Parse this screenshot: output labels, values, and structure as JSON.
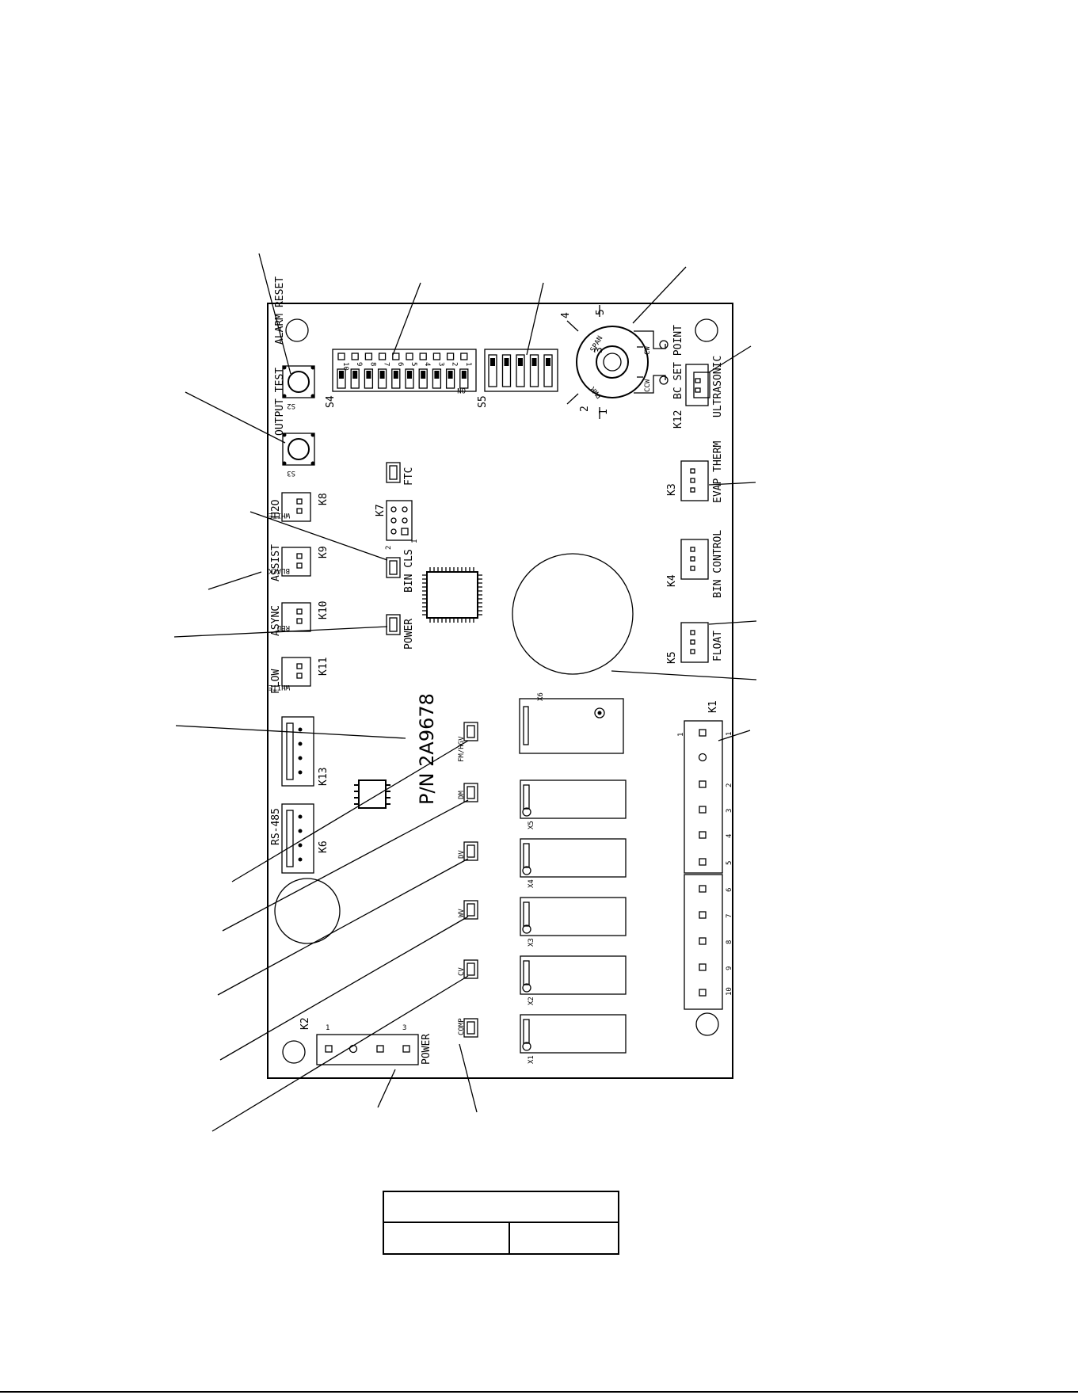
{
  "board": {
    "buttons": {
      "alarm_reset": "ALARM RESET",
      "s2": "S2",
      "output_test": "OUTPUT TEST",
      "s3": "S3"
    },
    "dip_switches": {
      "s4": "S4",
      "s5": "S5",
      "on": "ON",
      "s4_numbers": [
        "10",
        "9",
        "8",
        "7",
        "6",
        "5",
        "4",
        "3",
        "2",
        "1"
      ]
    },
    "potentiometer": {
      "cw": "CW",
      "ccw": "CCW",
      "span": "SPAN",
      "power": "PWR",
      "scale": [
        "1",
        "2",
        "3",
        "4",
        "5"
      ],
      "label": "BC SET POINT",
      "connector": "K12"
    },
    "ultrasonic": "ULTRASONIC",
    "left_connectors": [
      {
        "id": "K8",
        "name": "H2O",
        "wire": "WHITE"
      },
      {
        "id": "K9",
        "name": "ASSIST",
        "wire": "BLACK"
      },
      {
        "id": "K10",
        "name": "ASYNC",
        "wire": "RED"
      },
      {
        "id": "K11",
        "name": "FLOW",
        "wire": "WHITE"
      },
      {
        "id": "K13",
        "name": ""
      },
      {
        "id": "K6",
        "name": "RS-485"
      }
    ],
    "right_connectors": [
      {
        "id": "K3",
        "name": "EVAP THERM"
      },
      {
        "id": "K4",
        "name": "BIN CONTROL"
      },
      {
        "id": "K5",
        "name": "FLOAT"
      }
    ],
    "leds": {
      "ftc": "FTC",
      "bin_cls": "BIN CLS",
      "power": "POWER",
      "k7": "K7",
      "k7_pin2": "2",
      "k7_pin1": "1"
    },
    "output_leds": [
      "FM/HGV",
      "DM",
      "DV",
      "WV",
      "CV",
      "COMP"
    ],
    "part_number": "P/N 2A9678",
    "relays": [
      "X6",
      "X5",
      "X4",
      "X3",
      "X2",
      "X1"
    ],
    "k1": {
      "id": "K1",
      "pin_first": "1",
      "pins": [
        "1",
        "2",
        "3",
        "4",
        "5",
        "6",
        "7",
        "8",
        "9",
        "10"
      ]
    },
    "k2": {
      "id": "K2",
      "name": "POWER",
      "pin1": "1",
      "pin3": "3"
    }
  }
}
